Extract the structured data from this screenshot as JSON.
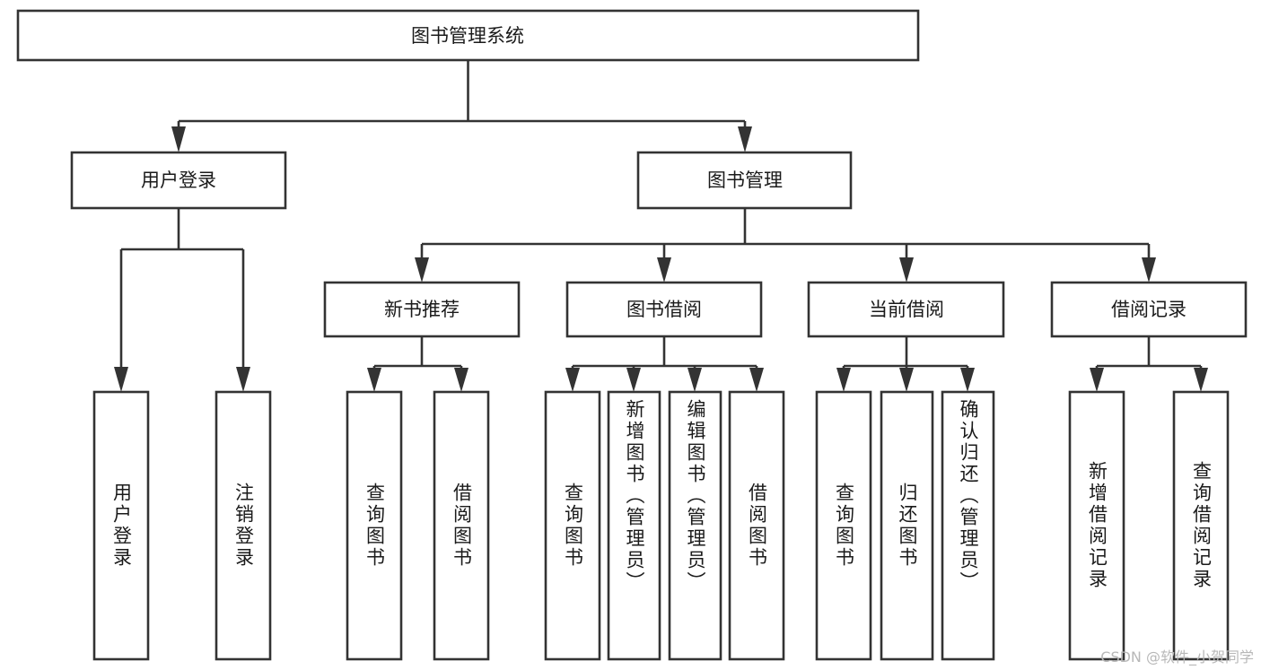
{
  "diagram": {
    "title": "图书管理系统",
    "type": "tree-hierarchy",
    "background_color": "#ffffff",
    "box_stroke_color": "#333333",
    "text_color": "#1a1a1a",
    "root": {
      "id": "root",
      "label": "图书管理系统",
      "orientation": "horizontal"
    },
    "level2": [
      {
        "id": "user-login",
        "label": "用户登录",
        "orientation": "horizontal"
      },
      {
        "id": "book-management",
        "label": "图书管理",
        "orientation": "horizontal"
      }
    ],
    "level3": [
      {
        "id": "new-book-recommend",
        "label": "新书推荐",
        "orientation": "horizontal"
      },
      {
        "id": "book-borrow",
        "label": "图书借阅",
        "orientation": "horizontal"
      },
      {
        "id": "current-borrow",
        "label": "当前借阅",
        "orientation": "horizontal"
      },
      {
        "id": "borrow-record",
        "label": "借阅记录",
        "orientation": "horizontal"
      }
    ],
    "leaves": [
      {
        "id": "leaf-user-login",
        "label": "用户登录",
        "parent": "user-login",
        "orientation": "vertical"
      },
      {
        "id": "leaf-logout-login",
        "label": "注销登录",
        "parent": "user-login",
        "orientation": "vertical"
      },
      {
        "id": "leaf-query-book-1",
        "label": "查询图书",
        "parent": "new-book-recommend",
        "orientation": "vertical"
      },
      {
        "id": "leaf-borrow-book-1",
        "label": "借阅图书",
        "parent": "new-book-recommend",
        "orientation": "vertical"
      },
      {
        "id": "leaf-query-book-2",
        "label": "查询图书",
        "parent": "book-borrow",
        "orientation": "vertical"
      },
      {
        "id": "leaf-add-book",
        "label": "新增图书（管理员）",
        "parent": "book-borrow",
        "orientation": "vertical"
      },
      {
        "id": "leaf-edit-book",
        "label": "编辑图书（管理员）",
        "parent": "book-borrow",
        "orientation": "vertical"
      },
      {
        "id": "leaf-borrow-book-2",
        "label": "借阅图书",
        "parent": "book-borrow",
        "orientation": "vertical"
      },
      {
        "id": "leaf-query-book-3",
        "label": "查询图书",
        "parent": "current-borrow",
        "orientation": "vertical"
      },
      {
        "id": "leaf-return-book",
        "label": "归还图书",
        "parent": "current-borrow",
        "orientation": "vertical"
      },
      {
        "id": "leaf-confirm-return",
        "label": "确认归还（管理员）",
        "parent": "current-borrow",
        "orientation": "vertical"
      },
      {
        "id": "leaf-add-record",
        "label": "新增借阅记录",
        "parent": "borrow-record",
        "orientation": "vertical"
      },
      {
        "id": "leaf-query-record",
        "label": "查询借阅记录",
        "parent": "borrow-record",
        "orientation": "vertical"
      }
    ]
  },
  "watermark": {
    "text": "CSDN @软件_小贺同学",
    "color": "#b8b8b8"
  }
}
